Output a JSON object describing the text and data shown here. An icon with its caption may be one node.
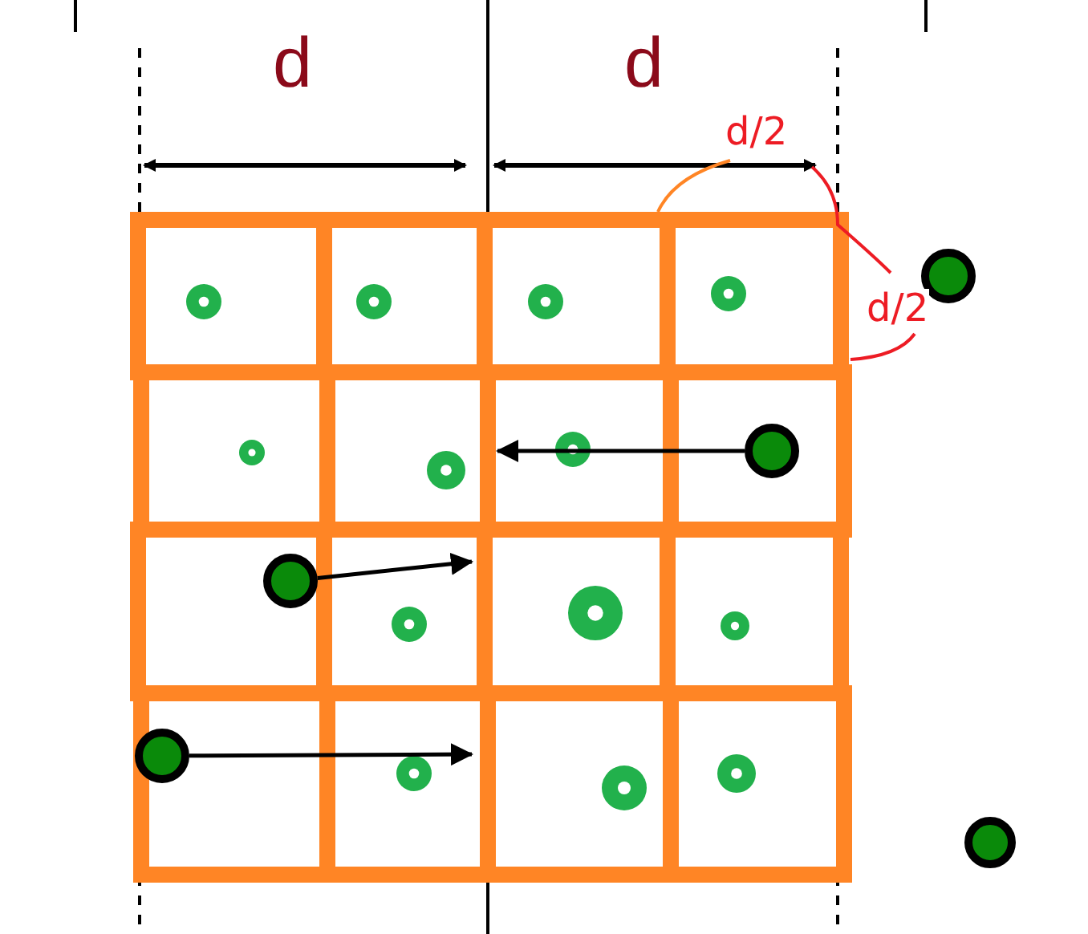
{
  "diagram": {
    "nodes": [
      {
        "text": [],
        "shape": "circle"
      },
      {
        "text": [],
        "shape": "circle"
      },
      {
        "text": [],
        "shape": "circle"
      },
      {
        "text": [],
        "shape": "circle"
      },
      {
        "text": [],
        "shape": "circle"
      }
    ],
    "edges": [
      {
        "from": 1,
        "to": null,
        "arrow": "to"
      },
      {
        "from": 2,
        "to": null,
        "arrow": "to"
      },
      {
        "from": 3,
        "to": null,
        "arrow": "to"
      }
    ],
    "labels": [
      "d",
      "d",
      "d/2",
      "d/2"
    ]
  }
}
